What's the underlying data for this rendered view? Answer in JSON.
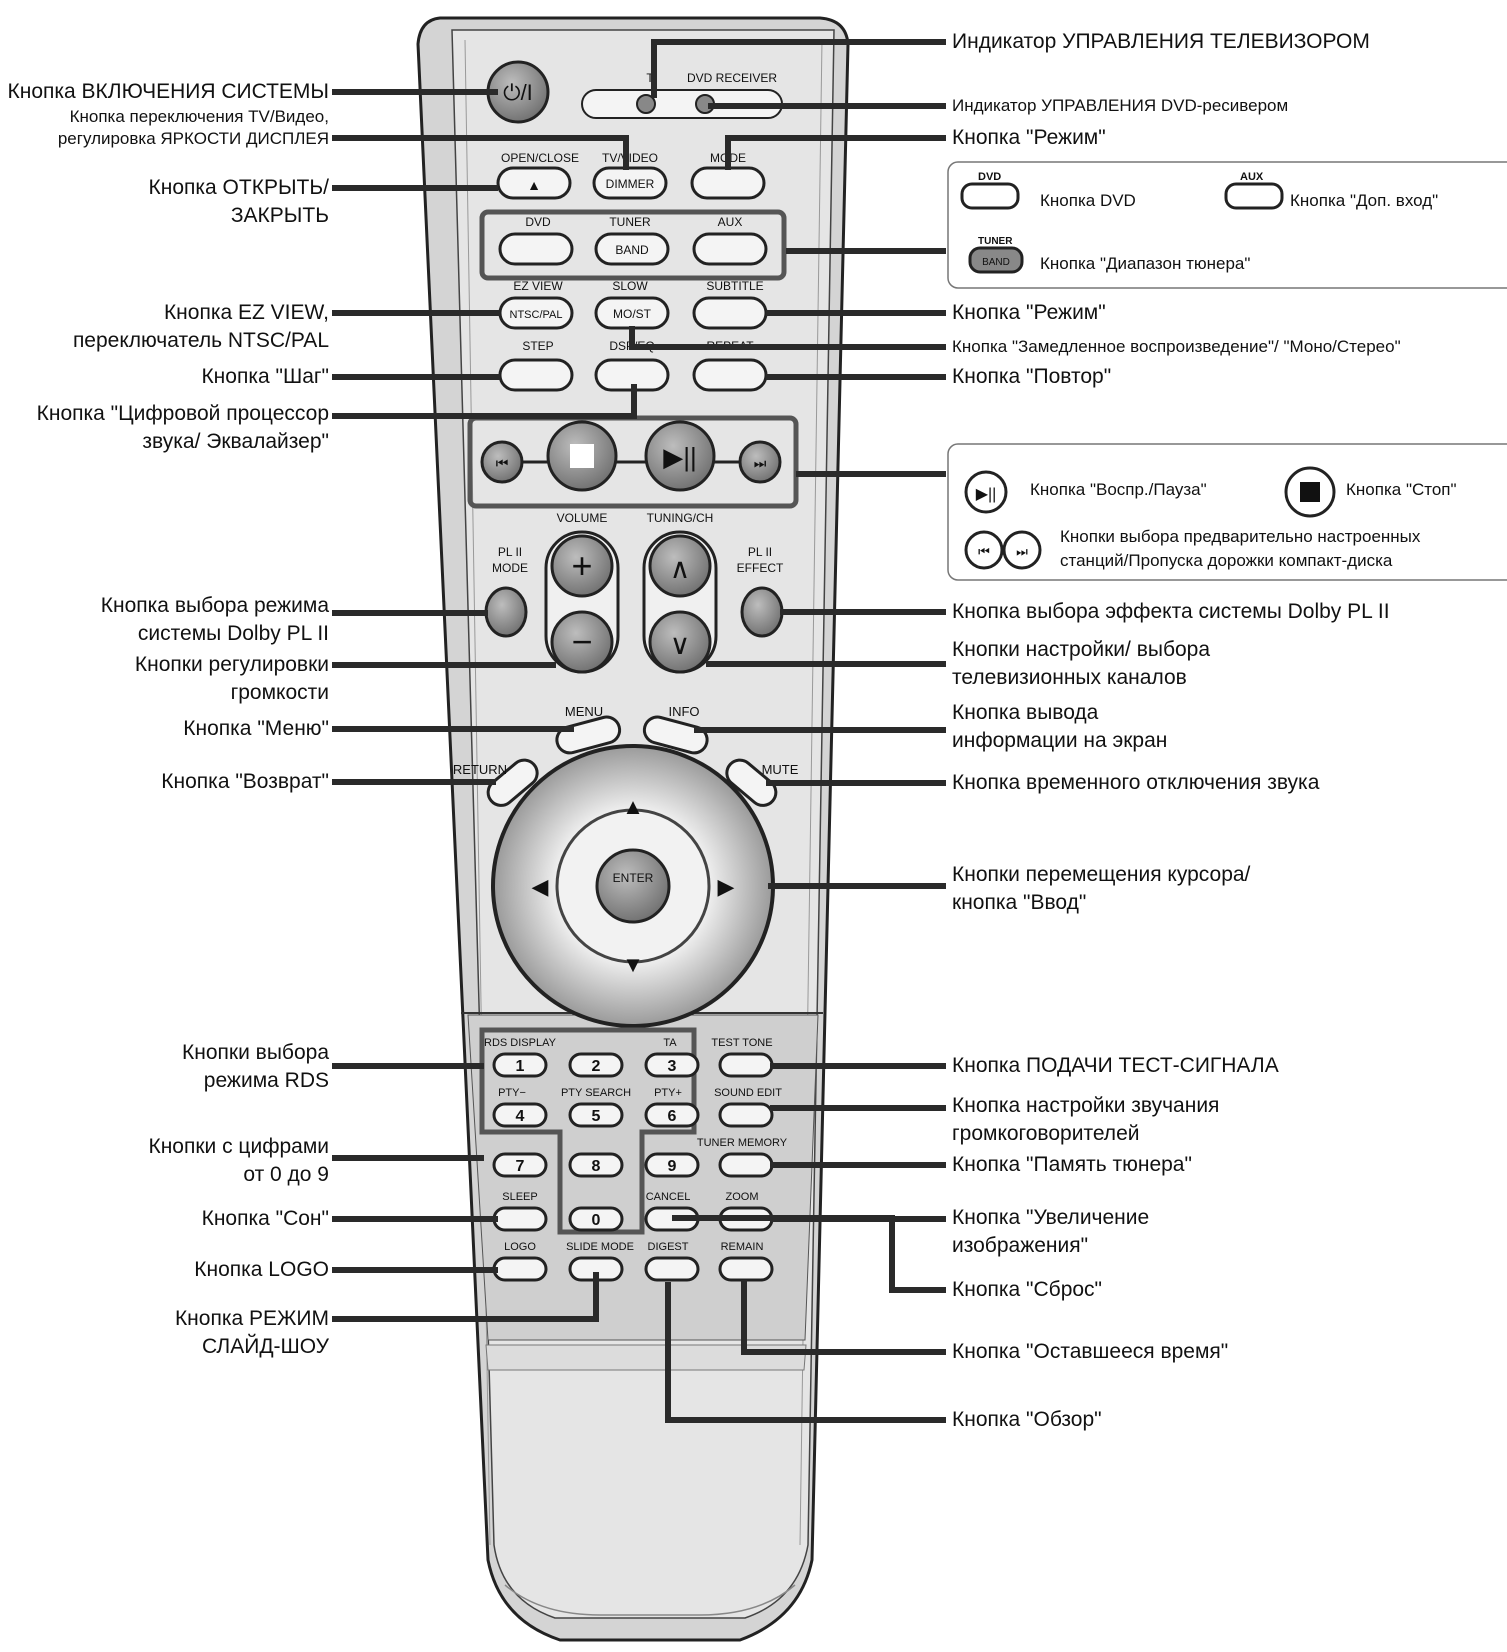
{
  "remote": {
    "top": [
      "TV",
      "DVD RECEIVER",
      "OPEN/CLOSE",
      "TV/VIDEO",
      "DIMMER",
      "MODE"
    ],
    "row_source": [
      "DVD",
      "TUNER",
      "BAND",
      "AUX"
    ],
    "row_ez": [
      "EZ VIEW",
      "NTSC/PAL",
      "SLOW",
      "MO/ST",
      "SUBTITLE"
    ],
    "row_step": [
      "STEP",
      "DSP/EQ",
      "REPEAT"
    ],
    "volume": [
      "VOLUME",
      "TUNING/CH",
      "PL II",
      "MODE",
      "PL II",
      "EFFECT"
    ],
    "nav": [
      "MENU",
      "INFO",
      "RETURN",
      "MUTE",
      "ENTER"
    ],
    "keypad": [
      "RDS DISPLAY",
      "TA",
      "TEST TONE",
      "PTY−",
      "PTY SEARCH",
      "PTY+",
      "SOUND EDIT",
      "TUNER MEMORY",
      "SLEEP",
      "CANCEL",
      "ZOOM",
      "LOGO",
      "SLIDE MODE",
      "DIGEST",
      "REMAIN"
    ],
    "digits": [
      "1",
      "2",
      "3",
      "4",
      "5",
      "6",
      "7",
      "8",
      "9",
      "0"
    ]
  },
  "labels_left": [
    "Кнопка ВКЛЮЧЕНИЯ СИСТЕМЫ",
    "Кнопка переключения TV/Видео,",
    "регулировка ЯРКОСТИ ДИСПЛЕЯ",
    "Кнопка ОТКРЫТЬ/",
    "ЗАКРЫТЬ",
    "Кнопка EZ VIEW,",
    "переключатель NTSC/PAL",
    "Кнопка \"Шаг\"",
    "Кнопка \"Цифровой процессор",
    "звука/ Эквалайзер\"",
    "Кнопка выбора режима",
    "системы Dolby PL II",
    "Кнопки регулировки",
    "громкости",
    "Кнопка \"Меню\"",
    "Кнопка \"Возврат\"",
    "Кнопки выбора",
    "режима RDS",
    "Кнопки с цифрами",
    "от 0 до 9",
    "Кнопка \"Сон\"",
    "Кнопка LOGO",
    "Кнопка РЕЖИМ",
    "СЛАЙД-ШОУ"
  ],
  "labels_right": [
    "Индикатор УПРАВЛЕНИЯ ТЕЛЕВИЗОРОМ",
    "Индикатор УПРАВЛЕНИЯ DVD-ресивером",
    "Кнопка \"Режим\"",
    "Кнопка \"Режим\"",
    "Кнопка \"Замедленное воспроизведение\"/ \"Моно/Стерео\"",
    "Кнопка \"Повтор\"",
    "Кнопка выбора эффекта системы Dolby PL II",
    "Кнопки настройки/ выбора",
    "телевизионных каналов",
    "Кнопка вывода",
    "информации на экран",
    "Кнопка временного отключения звука",
    "Кнопки перемещения курсора/",
    "кнопка \"Ввод\"",
    "Кнопка ПОДАЧИ ТЕСТ-СИГНАЛА",
    "Кнопка настройки звучания",
    "громкоговорителей",
    "Кнопка \"Память тюнера\"",
    "Кнопка \"Увеличение",
    "изображения\"",
    "Кнопка \"Сброс\"",
    "Кнопка \"Оставшееся время\"",
    "Кнопка \"Обзор\""
  ],
  "box_source": {
    "dvd_tag": "DVD",
    "dvd_label": "Кнопка DVD",
    "aux_tag": "AUX",
    "aux_label": "Кнопка \"Доп. вход\"",
    "tuner_tag": "TUNER",
    "band_tag": "BAND",
    "tuner_label": "Кнопка \"Диапазон тюнера\""
  },
  "box_play": {
    "play_label": "Кнопка \"Воспр./Пауза\"",
    "stop_label": "Кнопка \"Стоп\"",
    "skip_line1": "Кнопки выбора предварительно настроенных",
    "skip_line2": "станций/Пропуска дорожки компакт-диска"
  },
  "colors": {
    "remote_body": "#d6d6d6",
    "remote_face": "#e6e6e6",
    "outline": "#222222",
    "leader": "#2a2a2a",
    "button_dark": "#777777"
  }
}
